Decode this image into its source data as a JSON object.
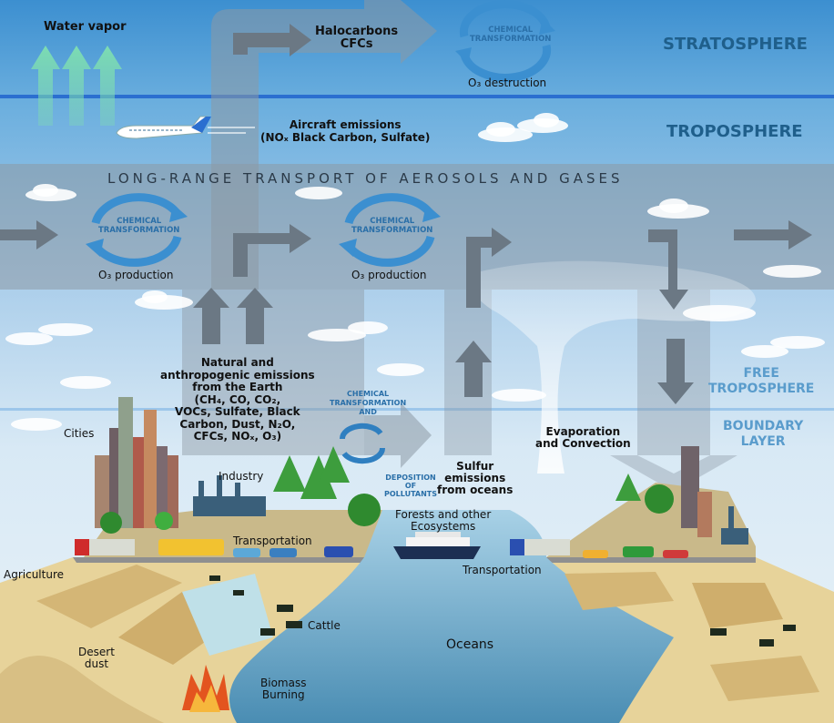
{
  "layers": {
    "stratosphere": "STRATOSPHERE",
    "troposphere": "TROPOSPHERE",
    "free_troposphere": "FREE\nTROPOSPHERE",
    "boundary_layer": "BOUNDARY\nLAYER"
  },
  "band_title": "LONG-RANGE TRANSPORT OF AEROSOLS AND GASES",
  "labels": {
    "water_vapor": "Water vapor",
    "halocarbons": "Halocarbons\nCFCs",
    "o3_destruction": "O₃ destruction",
    "aircraft": "Aircraft emissions\n(NOₓ Black Carbon, Sulfate)",
    "o3_production_left": "O₃ production",
    "o3_production_right": "O₃ production",
    "chemical_transformation": "CHEMICAL\nTRANSFORMATION",
    "chem_and": "CHEMICAL\nTRANSFORMATION\nAND",
    "deposition": "DEPOSITION\nOF\nPOLLUTANTS",
    "natural_emissions": "Natural and\nanthropogenic emissions\nfrom the Earth\n(CH₄, CO, CO₂,\nVOCs, Sulfate, Black\nCarbon, Dust, N₂O,\nCFCs, NOₓ, O₃)",
    "sulfur": "Sulfur\nemissions\nfrom oceans",
    "evaporation": "Evaporation\nand Convection",
    "cities": "Cities",
    "industry": "Industry",
    "transportation_left": "Transportation",
    "transportation_right": "Transportation",
    "forests": "Forests and other\nEcosystems",
    "agriculture": "Agriculture",
    "cattle": "Cattle",
    "desert": "Desert\ndust",
    "oceans": "Oceans",
    "biomass": "Biomass\nBurning"
  },
  "colors": {
    "layer_label": "#1f5f8b",
    "layer_label_light": "#5a9ccc",
    "chem_text": "#2a6fa8",
    "boundary_line": "#2b6fd0",
    "ocean": "#6fa9c8",
    "land": "#e7d39a"
  }
}
